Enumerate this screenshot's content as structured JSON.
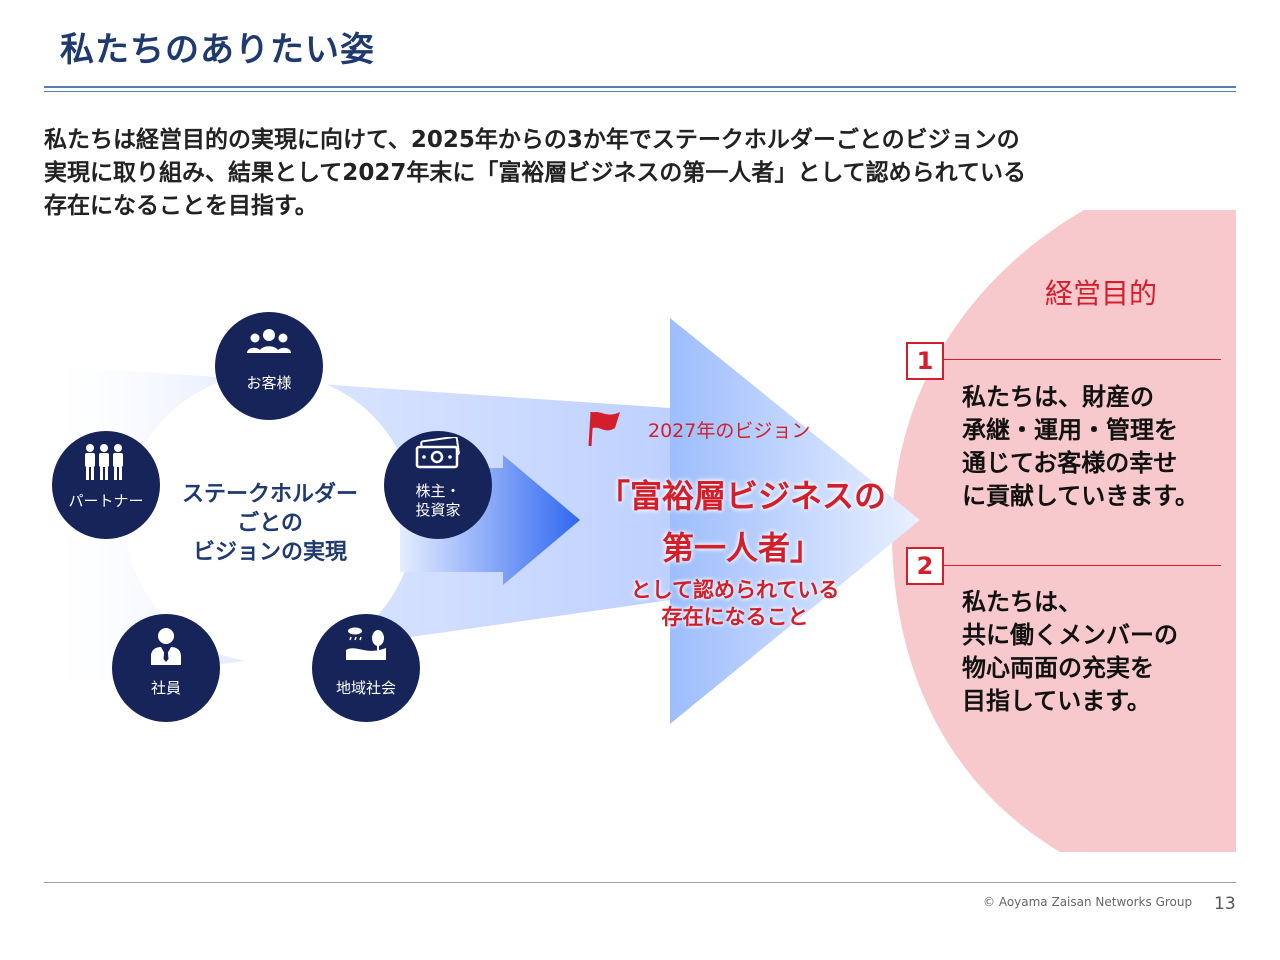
{
  "title": "私たちのありたい姿",
  "intro": {
    "line1": "私たちは経営目的の実現に向けて、2025年からの3か年でステークホルダーごとのビジョンの",
    "line2": "実現に取り組み、結果として2027年末に「富裕層ビジネスの第一人者」として認められている",
    "line3": "存在になることを目指す。"
  },
  "stakeholders": {
    "hub": {
      "line1": "ステークホルダー",
      "line2": "ごとの",
      "line3": "ビジョンの実現"
    },
    "customers": {
      "label": "お客様",
      "icon": "people-group-icon"
    },
    "shareholders": {
      "line1": "株主・",
      "line2": "投資家",
      "icon": "money-bill-icon"
    },
    "community": {
      "label": "地域社会",
      "icon": "landscape-icon"
    },
    "employees": {
      "label": "社員",
      "icon": "businessman-icon"
    },
    "partners": {
      "label": "パートナー",
      "icon": "team-icon"
    }
  },
  "vision": {
    "label": "2027年のビジョン",
    "main_line1": "「富裕層ビジネスの",
    "main_line2": "第一人者」",
    "sub_line1": "として認められている",
    "sub_line2": "存在になること",
    "flag_icon": "flag-icon"
  },
  "purpose": {
    "title": "経営目的",
    "items": [
      {
        "number": "1",
        "lines": [
          "私たちは、財産の",
          "承継・運用・管理を",
          "通じてお客様の幸せ",
          "に貢献していきます。"
        ]
      },
      {
        "number": "2",
        "lines": [
          "私たちは、",
          "共に働くメンバーの",
          "物心両面の充実を",
          "目指しています。"
        ]
      }
    ]
  },
  "footer": {
    "copyright": "© Aoyama Zaisan Networks Group",
    "page_number": "13"
  },
  "colors": {
    "navy": "#16245a",
    "title_blue": "#1f3a6e",
    "accent_red": "#d31f2b",
    "purpose_bg": "#f8c9cc",
    "arrow_blue": "#2f67f0"
  }
}
